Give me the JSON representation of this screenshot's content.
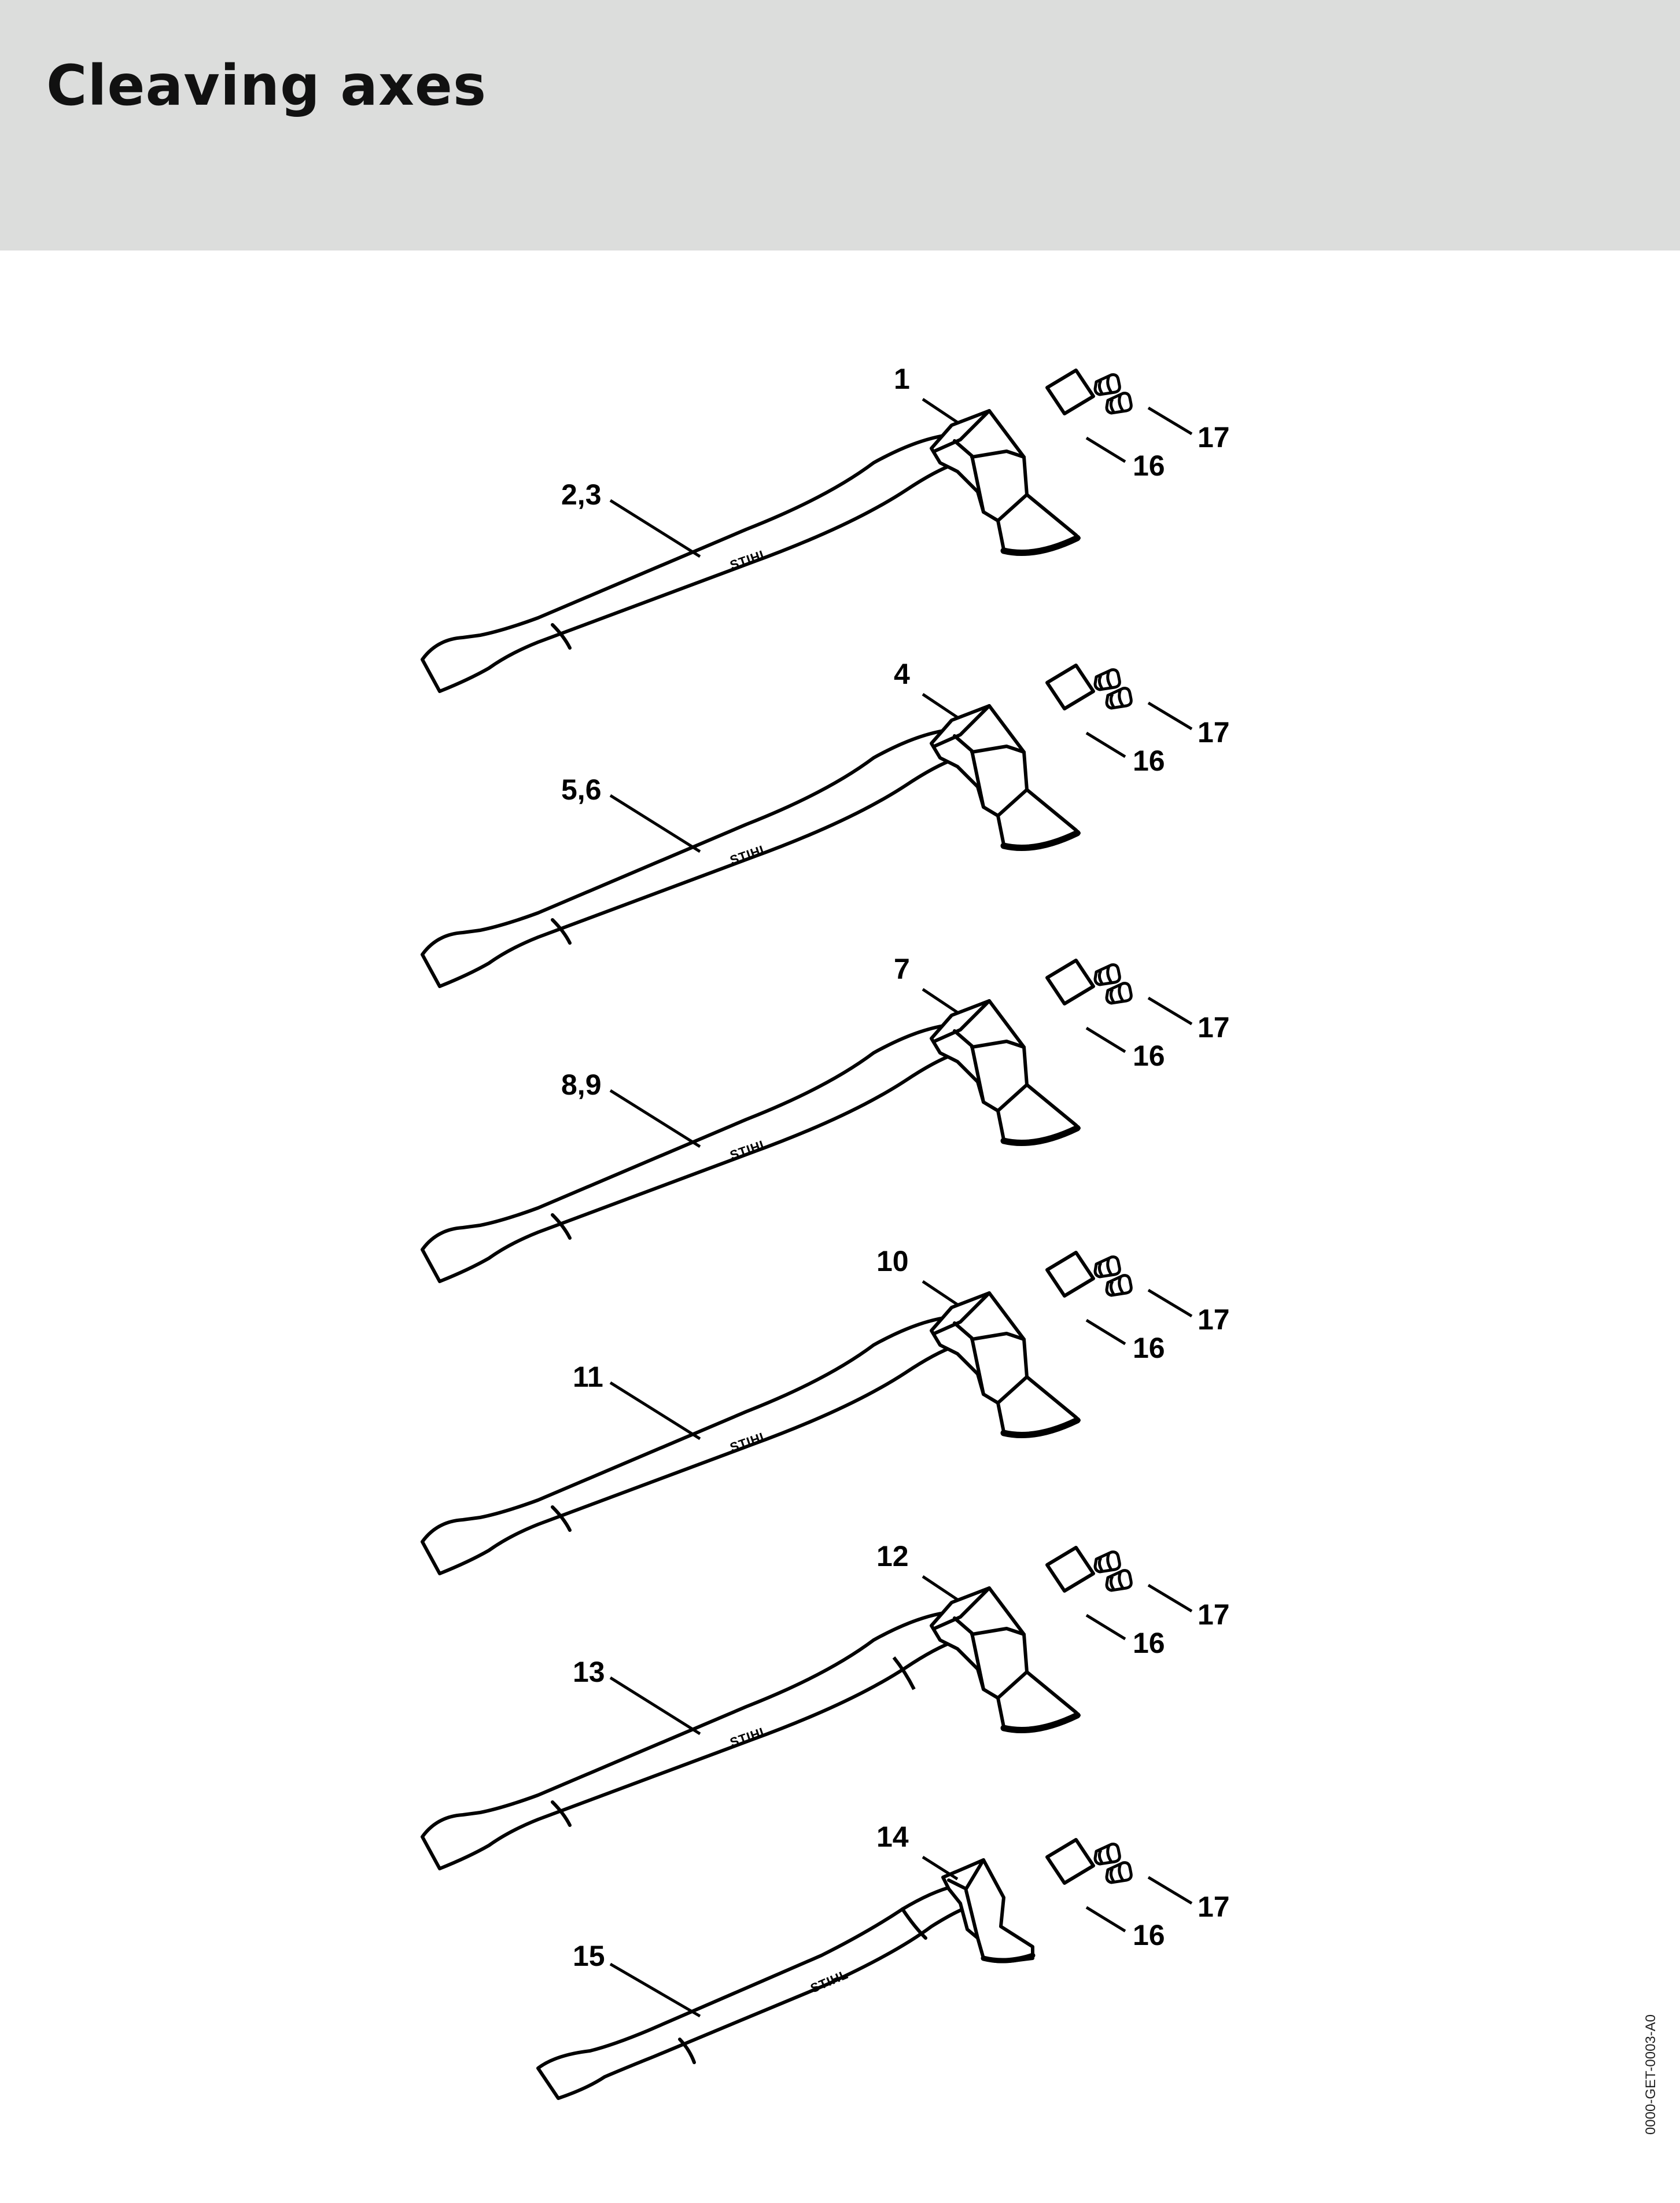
{
  "page": {
    "title": "Cleaving axes",
    "drawing_code": "0000-GET-0003-A0"
  },
  "colors": {
    "header_band": "#dcdddc",
    "line_art": "#000000",
    "background": "#ffffff"
  },
  "assemblies": [
    {
      "head_label": "1",
      "handle_label": "2,3",
      "wedge_label": "16",
      "pins_label": "17",
      "brand": "STIHL"
    },
    {
      "head_label": "4",
      "handle_label": "5,6",
      "wedge_label": "16",
      "pins_label": "17",
      "brand": "STIHL"
    },
    {
      "head_label": "7",
      "handle_label": "8,9",
      "wedge_label": "16",
      "pins_label": "17",
      "brand": "STIHL"
    },
    {
      "head_label": "10",
      "handle_label": "11",
      "wedge_label": "16",
      "pins_label": "17",
      "brand": "STIHL"
    },
    {
      "head_label": "12",
      "handle_label": "13",
      "wedge_label": "16",
      "pins_label": "17",
      "brand": "STIHL"
    },
    {
      "head_label": "14",
      "handle_label": "15",
      "wedge_label": "16",
      "pins_label": "17",
      "brand": "STIHL"
    }
  ]
}
